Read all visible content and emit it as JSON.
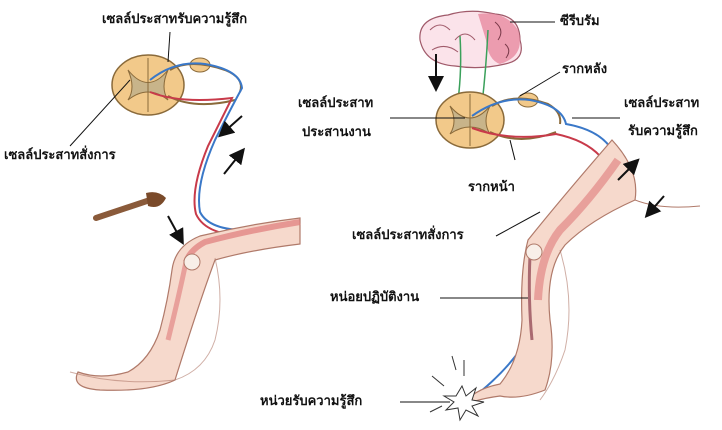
{
  "labels": {
    "sensory_neuron_left": "เซลล์ประสาทรับความรู้สึก",
    "motor_neuron_left": "เซลล์ประสาทสั่งการ",
    "cerebrum": "ซีรีบรัม",
    "dorsal_root": "รากหลัง",
    "interneuron_line1": "เซลล์ประสาท",
    "interneuron_line2": "ประสานงาน",
    "sensory_neuron_right_line1": "เซลล์ประสาท",
    "sensory_neuron_right_line2": "รับความรู้สึก",
    "ventral_root": "รากหน้า",
    "motor_neuron_right": "เซลล์ประสาทสั่งการ",
    "effector": "หน่อยปฏิบัติงาน",
    "receptor": "หน่วยรับความรู้สึก"
  },
  "colors": {
    "sensory_nerve": "#3a78c8",
    "motor_nerve": "#c83a4a",
    "skin": "#f6d9cc",
    "muscle": "#e07a7a",
    "spinal_cord": "#f2c98a",
    "gray_matter": "#c8b48a",
    "brain": "#e88aa0"
  }
}
